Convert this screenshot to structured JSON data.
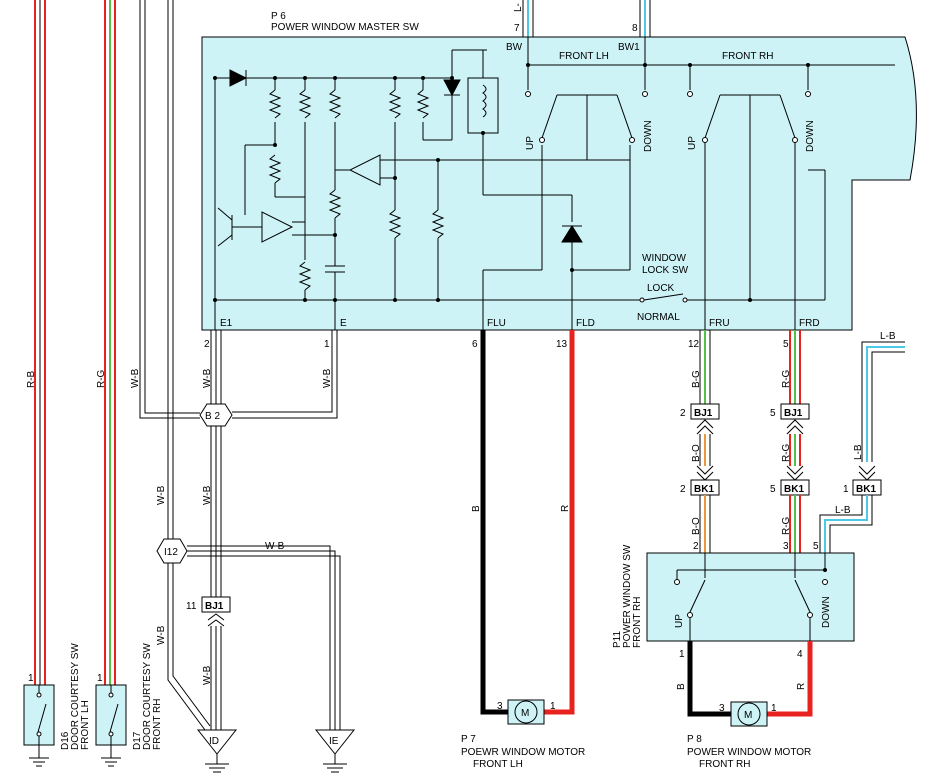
{
  "master_switch": {
    "ref": "P 6",
    "name": "POWER WINDOW MASTER SW",
    "pin_bw": "BW",
    "pin_bw1": "BW1",
    "pin_bw_num": "7",
    "pin_bw1_num": "8",
    "front_lh": "FRONT LH",
    "front_rh": "FRONT RH",
    "up": "UP",
    "down": "DOWN",
    "window_lock_sw": [
      "WINDOW",
      "LOCK SW"
    ],
    "lock": "LOCK",
    "normal": "NORMAL",
    "terminals": {
      "e1": "E1",
      "e": "E",
      "flu": "FLU",
      "fld": "FLD",
      "fru": "FRU",
      "frd": "FRD"
    },
    "terminal_pins": {
      "e1": "2",
      "e": "1",
      "flu": "6",
      "fld": "13",
      "fru": "12",
      "frd": "5"
    }
  },
  "wires": {
    "r_b": "R-B",
    "r_g": "R-G",
    "w_b": "W-B",
    "b": "B",
    "r": "R",
    "b_g": "B-G",
    "b_o": "B-O",
    "l_b": "L-B",
    "l_b_top": "L-B",
    "top_left_partial": "L-"
  },
  "connectors": {
    "b2": "B 2",
    "i12": "I12",
    "bj1": "BJ1",
    "bk1": "BK1",
    "bj1_left_pin": "11",
    "bj1_a_pin": "2",
    "bj1_b_pin": "5",
    "bk1_a_pin": "2",
    "bk1_b_pin": "5",
    "bk1_c_pin": "1"
  },
  "grounds": {
    "id": "ID",
    "ie": "IE"
  },
  "rh_switch": {
    "ref": "P11",
    "name": [
      "POWER WINDOW SW",
      "FRONT RH"
    ],
    "up": "UP",
    "down": "DOWN",
    "pins": {
      "p2": "2",
      "p3": "3",
      "p5": "5",
      "p1": "1",
      "p4": "4"
    }
  },
  "motors": {
    "lh": {
      "ref": "P 7",
      "name": [
        "POEWR WINDOW MOTOR",
        "FRONT LH"
      ],
      "pin_a": "3",
      "pin_b": "1",
      "symbol": "M"
    },
    "rh": {
      "ref": "P 8",
      "name": [
        "POWER WINDOW MOTOR",
        "FRONT RH"
      ],
      "pin_a": "3",
      "pin_b": "1",
      "symbol": "M"
    }
  },
  "courtesy": {
    "d16": {
      "ref": "D16",
      "name": [
        "DOOR COURTESY SW",
        "FRONT LH"
      ],
      "pin": "1"
    },
    "d17": {
      "ref": "D17",
      "name": [
        "DOOR COURTESY SW",
        "FRONT RH"
      ],
      "pin": "1"
    }
  },
  "colors": {
    "panel_fill": "#cdf3f7",
    "red": "#e8231f",
    "green": "#55c04a",
    "orange": "#e89a3b",
    "cyan": "#4dc9e8",
    "black": "#000000"
  }
}
